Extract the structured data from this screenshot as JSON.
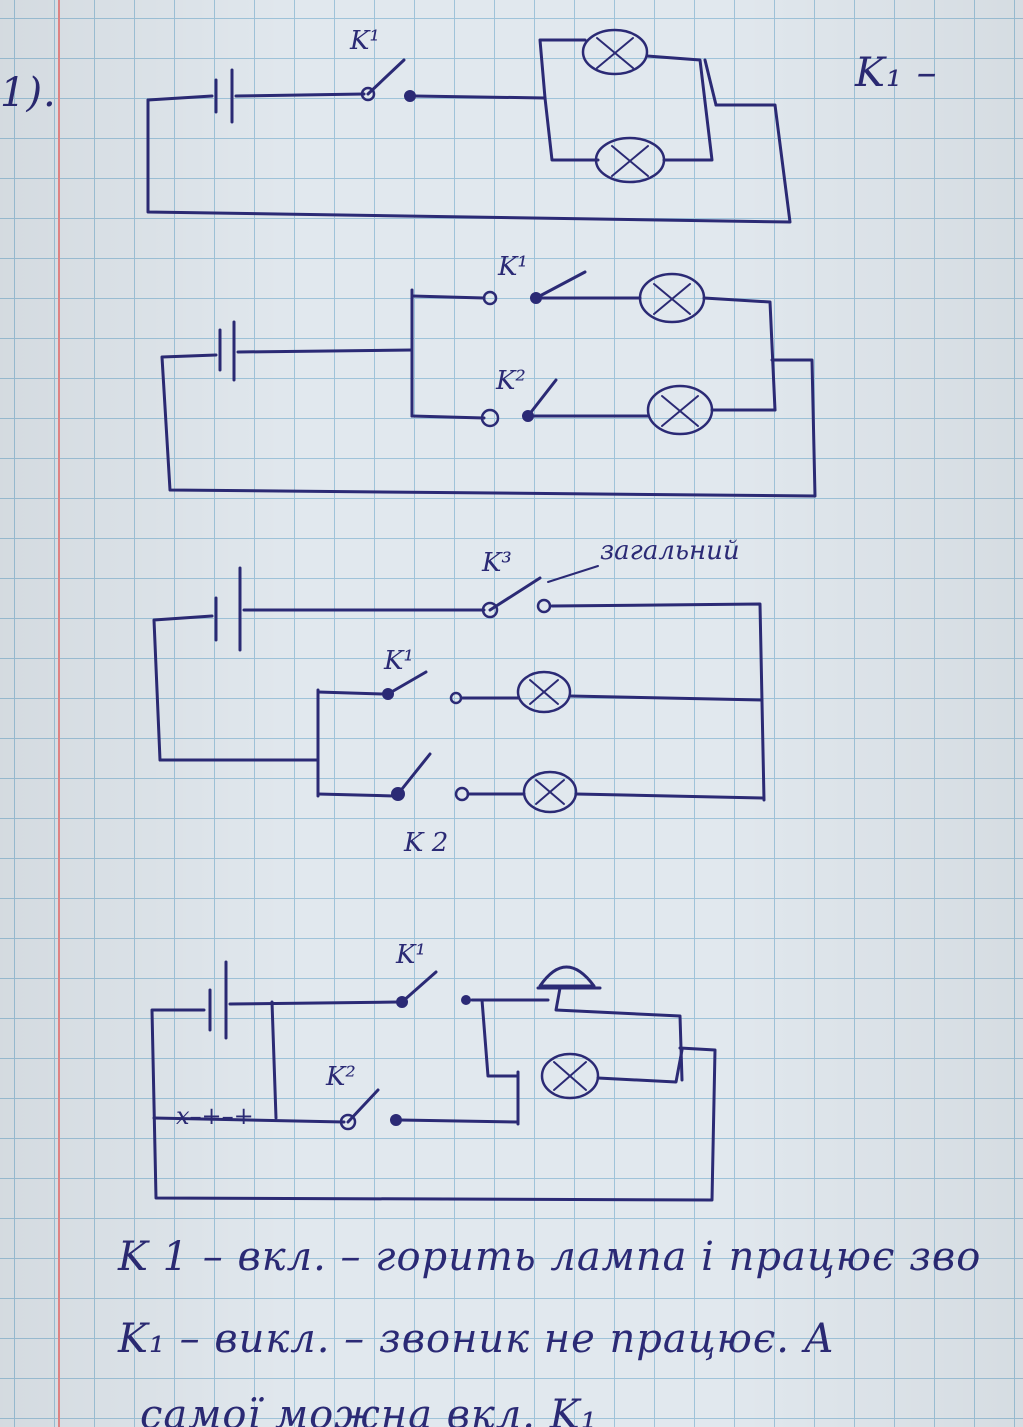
{
  "page": {
    "item_number": "1).",
    "corner_label": "K₁ –"
  },
  "diagram_1": {
    "switch_label": "K¹"
  },
  "diagram_2": {
    "switch1_label": "K¹",
    "switch2_label": "K²"
  },
  "diagram_3": {
    "main_switch_label": "K³",
    "main_switch_note": "загальний",
    "switch1_label": "K¹",
    "switch2_label": "K 2"
  },
  "diagram_4": {
    "switch1_label": "K¹",
    "switch2_label": "K²",
    "branch_mark": "x–+–+"
  },
  "notes": [
    "K 1 – вкл. – горить лампа і працює зво",
    "K₁ – викл. – звоник не працює. А",
    "самої можна вкл. K₁"
  ]
}
